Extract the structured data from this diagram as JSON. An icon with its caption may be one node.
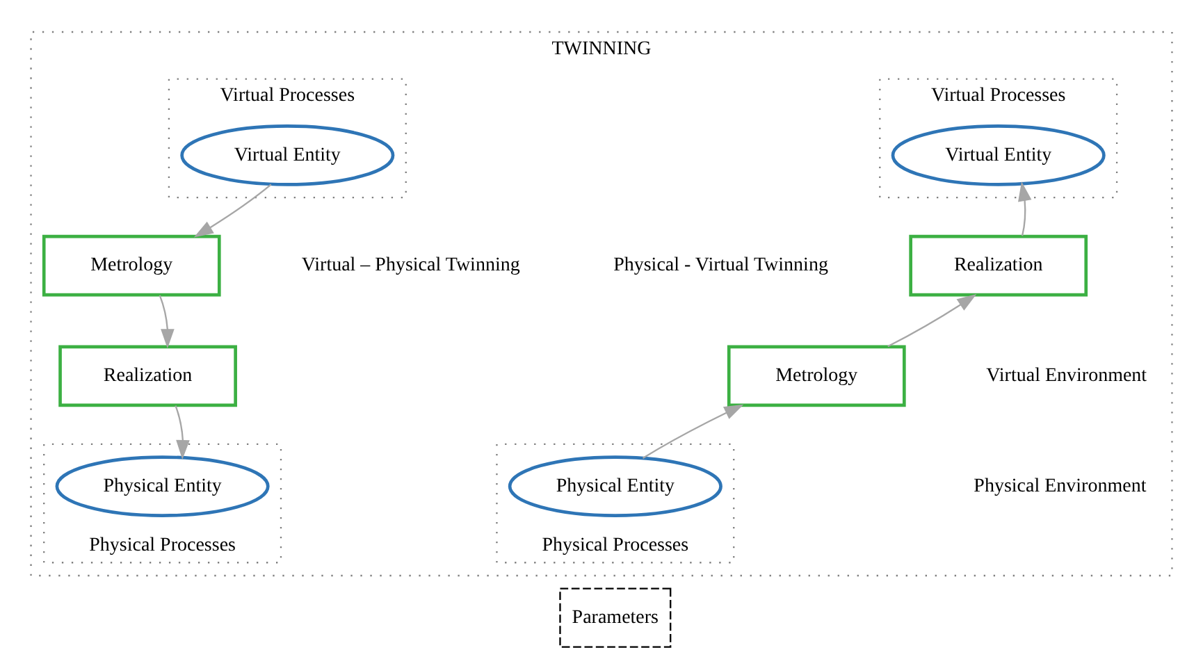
{
  "diagram": {
    "nodes": [
      {
        "text": [
          "TWINNING"
        ]
      },
      {
        "text": [
          "Virtual Processes"
        ],
        "in": 0
      },
      {
        "text": [
          "Virtual Entity"
        ],
        "in": 1
      },
      {
        "text": [
          "Virtual Processes"
        ],
        "in": 0
      },
      {
        "text": [
          "Virtual Entity"
        ],
        "in": 3
      },
      {
        "text": [
          "Realization"
        ],
        "in": 0
      },
      {
        "text": [
          "Metrology"
        ],
        "in": 0
      },
      {
        "text": [
          "Metrology"
        ],
        "in": 0
      },
      {
        "text": [
          "Realization"
        ],
        "in": 0
      },
      {
        "text": [
          "Physical Processes"
        ],
        "in": 0
      },
      {
        "text": [
          "Physical Entity"
        ],
        "in": 9
      },
      {
        "text": [
          "Physical Processes"
        ],
        "in": 0
      },
      {
        "text": [
          "Physical Entity"
        ],
        "in": 11
      },
      {
        "text": [
          "Parameters"
        ]
      }
    ],
    "edges": [
      {
        "from": 10,
        "to": 7,
        "arrow": "to"
      },
      {
        "from": 7,
        "to": 5,
        "arrow": "to"
      },
      {
        "from": 5,
        "to": 2,
        "arrow": "to"
      },
      {
        "from": 4,
        "to": 6,
        "arrow": "to"
      },
      {
        "from": 6,
        "to": 8,
        "arrow": "to"
      },
      {
        "from": 8,
        "to": 12,
        "arrow": "to"
      }
    ],
    "labels": [
      "Physical - Virtual Twinning",
      "Virtual Environment",
      "Physical Environment",
      "Virtual – Physical Twinning"
    ]
  }
}
